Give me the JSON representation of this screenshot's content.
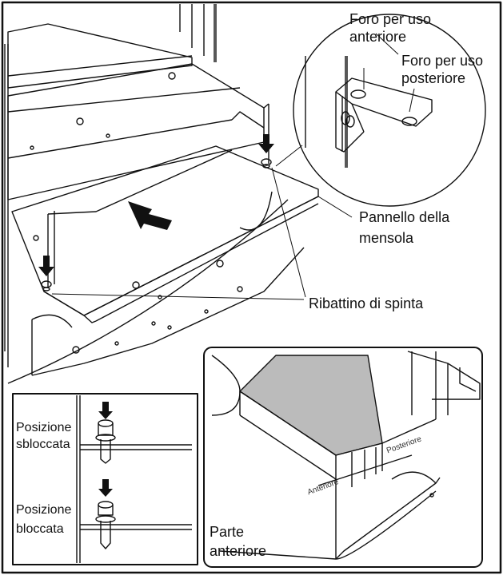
{
  "callouts": {
    "front_hole": [
      "Foro per uso",
      "anteriore"
    ],
    "rear_hole": [
      "Foro per uso",
      "posteriore"
    ],
    "shelf_panel": [
      "Pannello della",
      "mensola"
    ],
    "push_rivet": "Ribattino di spinta"
  },
  "inset_states": {
    "unlocked": [
      "Posizione",
      "sbloccata"
    ],
    "locked": [
      "Posizione",
      "bloccata"
    ]
  },
  "inset_detail": {
    "front_part": [
      "Parte",
      "anteriore"
    ],
    "edge_front": "Anteriore",
    "edge_rear": "Posteriore"
  }
}
